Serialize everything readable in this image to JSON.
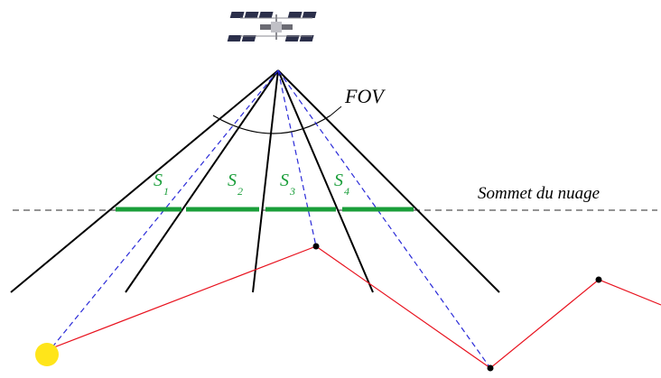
{
  "labels": {
    "fov": "FOV",
    "cloud_top": "Sommet du nuage"
  },
  "segments": [
    {
      "letter": "S",
      "index": "1"
    },
    {
      "letter": "S",
      "index": "2"
    },
    {
      "letter": "S",
      "index": "3"
    },
    {
      "letter": "S",
      "index": "4"
    }
  ],
  "colors": {
    "lines": "#000000",
    "segments": "#1a9e3a",
    "path": "#e8121e",
    "rays": "#2a2ad8",
    "sun": "#ffe51a",
    "dashed_horizon": "#555555"
  },
  "icons": {
    "satellite": "satellite-icon",
    "sun": "sun-icon"
  }
}
